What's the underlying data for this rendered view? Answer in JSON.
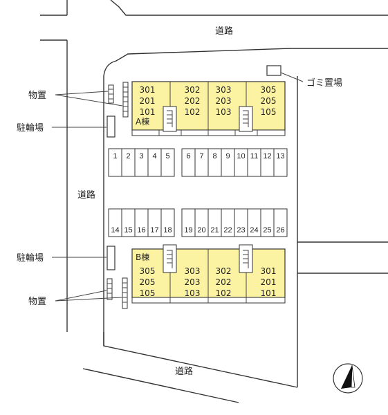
{
  "roads": {
    "north": "道路",
    "west": "道路",
    "south": "道路"
  },
  "labels": {
    "storage_top": "物置",
    "bicycle_top": "駐輪場",
    "bicycle_bottom": "駐輪場",
    "storage_bottom": "物置",
    "garbage": "ゴミ置場"
  },
  "building_a": {
    "name": "A棟",
    "units": [
      [
        "301",
        "201",
        "101"
      ],
      [
        "302",
        "202",
        "102"
      ],
      [
        "303",
        "203",
        "103"
      ],
      [
        "305",
        "205",
        "105"
      ]
    ]
  },
  "building_b": {
    "name": "B棟",
    "units": [
      [
        "305",
        "205",
        "105"
      ],
      [
        "303",
        "203",
        "103"
      ],
      [
        "302",
        "202",
        "102"
      ],
      [
        "301",
        "201",
        "101"
      ]
    ]
  },
  "parking_top_left": [
    "1",
    "2",
    "3",
    "4",
    "5"
  ],
  "parking_top_right": [
    "6",
    "7",
    "8",
    "9",
    "10",
    "11",
    "12",
    "13"
  ],
  "parking_bottom_left": [
    "14",
    "15",
    "16",
    "17",
    "18"
  ],
  "parking_bottom_right": [
    "19",
    "20",
    "21",
    "22",
    "23",
    "24",
    "25",
    "26"
  ],
  "colors": {
    "building_fill": "#fbf3a2",
    "line": "#333333"
  },
  "icons": {
    "stairs": "stairs-icon",
    "compass": "north-arrow-icon"
  }
}
